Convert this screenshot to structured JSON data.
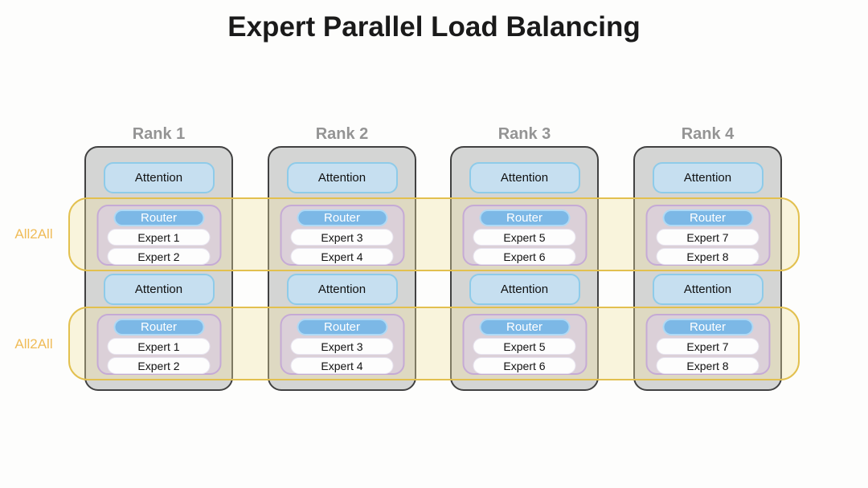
{
  "title": "Expert Parallel Load Balancing",
  "labels": {
    "attention": "Attention",
    "router": "Router"
  },
  "all2all": {
    "label": "All2All"
  },
  "ranks": [
    {
      "label": "Rank 1",
      "experts": [
        "Expert 1",
        "Expert 2"
      ]
    },
    {
      "label": "Rank 2",
      "experts": [
        "Expert 3",
        "Expert 4"
      ]
    },
    {
      "label": "Rank 3",
      "experts": [
        "Expert 5",
        "Expert 6"
      ]
    },
    {
      "label": "Rank 4",
      "experts": [
        "Expert 7",
        "Expert 8"
      ]
    }
  ],
  "colors": {
    "title_color": "#1a1a1a",
    "rank_label_color": "#949494",
    "column_fill": "#d4d5d4",
    "column_border": "#414141",
    "attention_fill": "#c6dff0",
    "attention_border": "#8ecbe9",
    "moe_fill": "#dbd0d8",
    "moe_border": "#c5aad5",
    "router_fill": "#7cb8e6",
    "router_border": "#aed9f5",
    "expert_fill": "#fdfdfd",
    "expert_border": "#e7e3ef",
    "band_fill": "rgba(242, 226, 160, 0.35)",
    "band_border": "#e2c04f",
    "all2all_color": "#f0bc58"
  }
}
